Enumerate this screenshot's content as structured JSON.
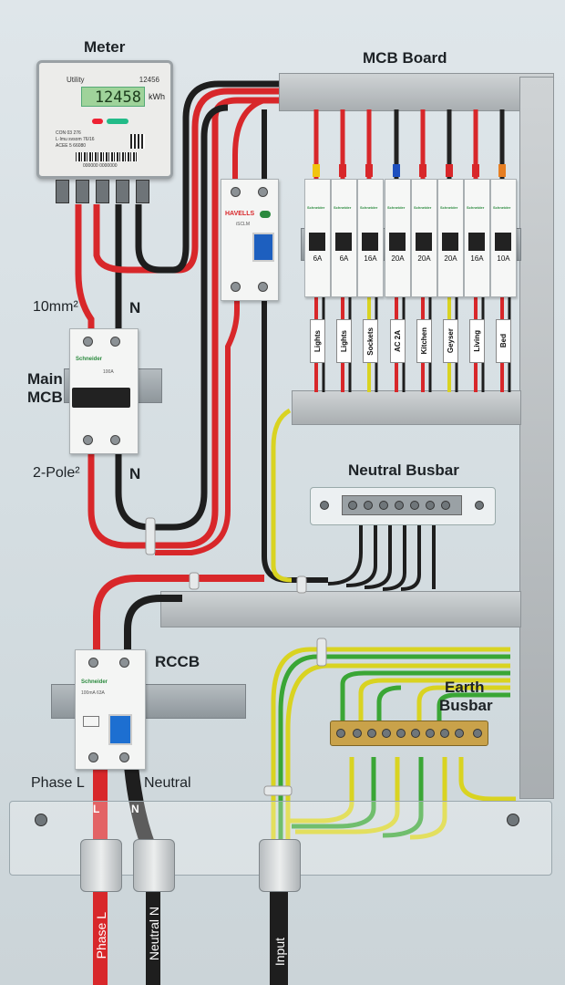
{
  "labels": {
    "meter": "Meter",
    "mcb_board": "MCB Board",
    "cable_size": "10mm²",
    "neutral_top": "N",
    "main_mcb_line1": "Main",
    "main_mcb_line2": "MCB",
    "two_pole": "2-Pole²",
    "neutral_mid": "N",
    "neutral_busbar": "Neutral Busbar",
    "rccb": "RCCB",
    "earth_busbar_line1": "Earth",
    "earth_busbar_line2": "Busbar",
    "phase_l": "Phase L",
    "neutral": "Neutral",
    "wire_l": "L",
    "wire_n": "N",
    "cable_phase": "Phase L",
    "cable_neutral": "Neutral N",
    "cable_input": "Input"
  },
  "meter": {
    "brand": "Utility",
    "serial": "12456",
    "reading": "12458",
    "unit": "kWh",
    "fine_print": [
      "CON 03 276",
      "L·Imu svsom 76/16",
      "ACEE 5 66080"
    ],
    "barcode_text": "000000 0000000"
  },
  "main_mcb": {
    "brand": "Schneider",
    "spec": "100A"
  },
  "spd": {
    "brand": "HAVELLS",
    "sub": "iSCLM"
  },
  "rccb": {
    "brand": "Schneider",
    "spec": "100mA 63A"
  },
  "breakers": [
    {
      "brand": "Schneider",
      "rating": "6A",
      "circuit": "Lights",
      "wire_color": "#d8272a",
      "cap_color": "#f1c40f"
    },
    {
      "brand": "Schneider",
      "rating": "6A",
      "circuit": "Lights",
      "wire_color": "#d8272a",
      "cap_color": "#d8272a"
    },
    {
      "brand": "Schneider",
      "rating": "16A",
      "circuit": "Sockets",
      "wire_color": "#d8272a",
      "cap_color": "#d8272a"
    },
    {
      "brand": "Schneider",
      "rating": "20A",
      "circuit": "AC 2A",
      "wire_color": "#222222",
      "cap_color": "#1d4fbf"
    },
    {
      "brand": "Schneider",
      "rating": "20A",
      "circuit": "Kitchen",
      "wire_color": "#d8272a",
      "cap_color": "#d8272a"
    },
    {
      "brand": "Schneider",
      "rating": "20A",
      "circuit": "Geyser",
      "wire_color": "#222222",
      "cap_color": "#d8272a"
    },
    {
      "brand": "Schneider",
      "rating": "16A",
      "circuit": "Living",
      "wire_color": "#d8272a",
      "cap_color": "#d8272a"
    },
    {
      "brand": "Schneider",
      "rating": "10A",
      "circuit": "Bed",
      "wire_color": "#222222",
      "cap_color": "#e67e22"
    }
  ],
  "colors": {
    "phase": "#d8272a",
    "neutral": "#1e1e1e",
    "earth_yellow": "#d9d321",
    "earth_green": "#3aa635",
    "panel": "#dfe6ea",
    "brass": "#c9a24a"
  }
}
